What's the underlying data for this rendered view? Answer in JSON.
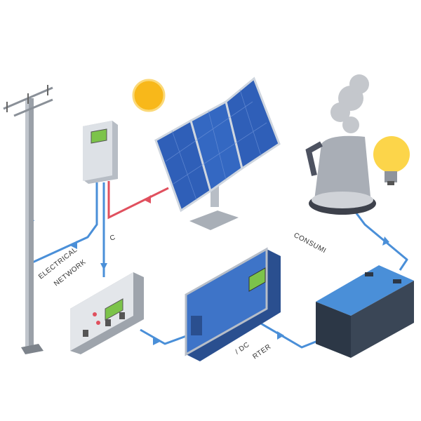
{
  "labels": {
    "electrical": "ELECTRICAL",
    "network": "NETWORK",
    "controller_partial": "C",
    "consumers_partial": "CONSUMI",
    "dc_partial": "/ DC",
    "inverter_partial": "RTER"
  },
  "colors": {
    "wire": "#4a8fd8",
    "solar_wire": "#e0505e",
    "panel": "#2f5fb8",
    "sun": "#f8b81a",
    "bulb": "#fcd54a",
    "device_blue": "#3e74c8",
    "battery": "#2c3746"
  }
}
